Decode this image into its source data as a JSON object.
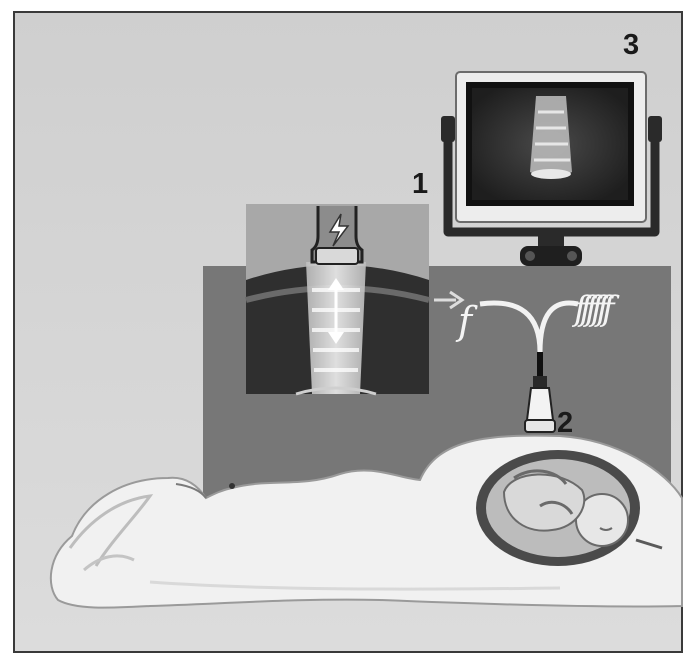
{
  "labels": {
    "transducer_detail": "1",
    "probe": "2",
    "monitor": "3"
  },
  "signal_symbols": {
    "emitted": "f",
    "returned": "ffffff"
  },
  "colors": {
    "background": "#d7d7d7",
    "body_silhouette": "#f1f1f1",
    "panel": "#777777",
    "tissue": "#3a3a3a",
    "monitor_frame": "#ededed",
    "screen": "#2c2c2c"
  }
}
